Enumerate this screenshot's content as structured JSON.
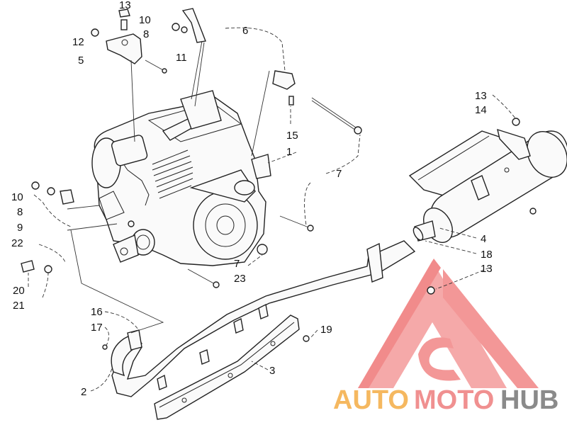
{
  "diagram": {
    "callouts": [
      {
        "id": "c13a",
        "text": "13"
      },
      {
        "id": "c10a",
        "text": "10"
      },
      {
        "id": "c8a",
        "text": "8"
      },
      {
        "id": "c12",
        "text": "12"
      },
      {
        "id": "c5",
        "text": "5"
      },
      {
        "id": "c11",
        "text": "11"
      },
      {
        "id": "c6",
        "text": "6"
      },
      {
        "id": "c15",
        "text": "15"
      },
      {
        "id": "c1",
        "text": "1"
      },
      {
        "id": "c7a",
        "text": "7"
      },
      {
        "id": "c13b",
        "text": "13"
      },
      {
        "id": "c14",
        "text": "14"
      },
      {
        "id": "c10b",
        "text": "10"
      },
      {
        "id": "c8b",
        "text": "8"
      },
      {
        "id": "c9",
        "text": "9"
      },
      {
        "id": "c22",
        "text": "22"
      },
      {
        "id": "c20",
        "text": "20"
      },
      {
        "id": "c21",
        "text": "21"
      },
      {
        "id": "c4",
        "text": "4"
      },
      {
        "id": "c18",
        "text": "18"
      },
      {
        "id": "c13c",
        "text": "13"
      },
      {
        "id": "c7b",
        "text": "7"
      },
      {
        "id": "c23",
        "text": "23"
      },
      {
        "id": "c16",
        "text": "16"
      },
      {
        "id": "c17",
        "text": "17"
      },
      {
        "id": "c19",
        "text": "19"
      },
      {
        "id": "c2",
        "text": "2"
      },
      {
        "id": "c3",
        "text": "3"
      }
    ]
  },
  "watermark": {
    "part1": "AUTO",
    "part2": "MOTO",
    "part3": "HUB",
    "colors": {
      "auto": "#f5b860",
      "moto": "#f09090",
      "hub": "#8a8a8a",
      "triangle": "#f28c8c"
    }
  }
}
